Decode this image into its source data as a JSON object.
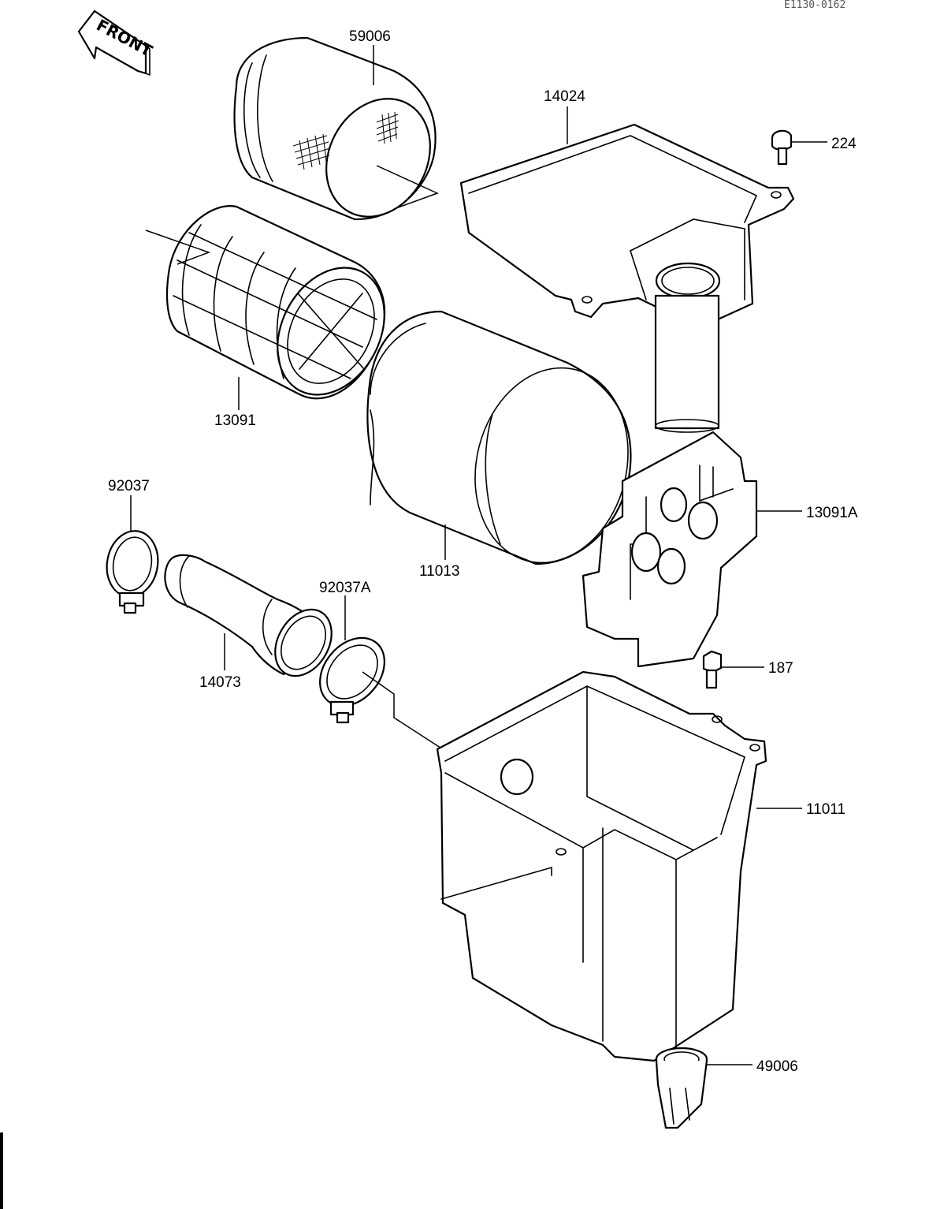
{
  "drawing_code": "E1130-0162",
  "front_label": "FRONT",
  "parts": [
    {
      "id": "p59006",
      "label": "59006",
      "name": "air filter mesh screen",
      "icon": "filter-screen-icon"
    },
    {
      "id": "p14024",
      "label": "14024",
      "name": "air cleaner cover",
      "icon": "cover-plate-icon"
    },
    {
      "id": "p224",
      "label": "224",
      "name": "screw",
      "icon": "screw-icon"
    },
    {
      "id": "p13091",
      "label": "13091",
      "name": "element holder cage",
      "icon": "cage-icon"
    },
    {
      "id": "p11013",
      "label": "11013",
      "name": "air filter element",
      "icon": "filter-element-icon"
    },
    {
      "id": "p92037",
      "label": "92037",
      "name": "hose clamp",
      "icon": "clamp-icon"
    },
    {
      "id": "p92037A",
      "label": "92037A",
      "name": "hose clamp",
      "icon": "clamp-icon"
    },
    {
      "id": "p14073",
      "label": "14073",
      "name": "intake duct",
      "icon": "duct-icon"
    },
    {
      "id": "p13091A",
      "label": "13091A",
      "name": "holder plate",
      "icon": "plate-icon"
    },
    {
      "id": "p187",
      "label": "187",
      "name": "bolt",
      "icon": "bolt-icon"
    },
    {
      "id": "p11011",
      "label": "11011",
      "name": "air cleaner housing",
      "icon": "housing-icon"
    },
    {
      "id": "p49006",
      "label": "49006",
      "name": "drain cap",
      "icon": "drain-cap-icon"
    }
  ],
  "colors": {
    "line": "#000000",
    "background": "#ffffff"
  }
}
